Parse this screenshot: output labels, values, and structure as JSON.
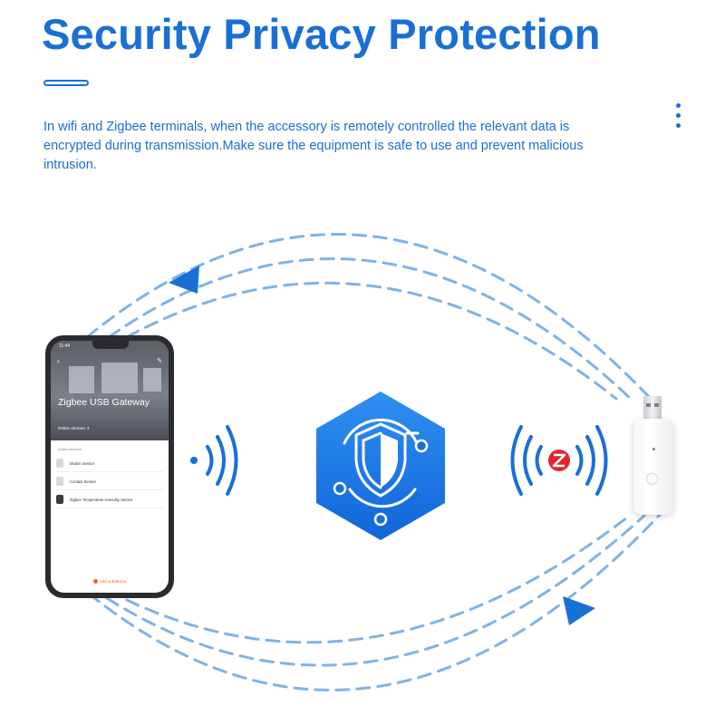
{
  "title": "Security Privacy Protection",
  "description": "In wifi and Zigbee terminals, when the accessory is remotely controlled the relevant data is encrypted during transmission.Make sure the equipment is safe to use and prevent malicious intrusion.",
  "phone_app": {
    "status_time": "11:44",
    "gateway_title": "Zigbee USB Gateway",
    "online_devices": "Online devices: 3",
    "added_devices_label": "Added devices",
    "devices": [
      "Motion Sensor",
      "Contact Sensor",
      "Zigbee Temperature Humidity Sensor"
    ],
    "add_button": "Add subdevice"
  },
  "icons": {
    "center": "shield-icon",
    "left_signal": "wifi-signal-icon",
    "right_signal": "zigbee-signal-icon",
    "zigbee_logo": "zigbee-logo-icon"
  },
  "colors": {
    "primary": "#1a6fd4",
    "dashed_arc": "#7fb3e6",
    "hexagon_top": "#2f8ff2",
    "hexagon_bottom": "#1166d8",
    "zigbee_red": "#e0262c"
  }
}
